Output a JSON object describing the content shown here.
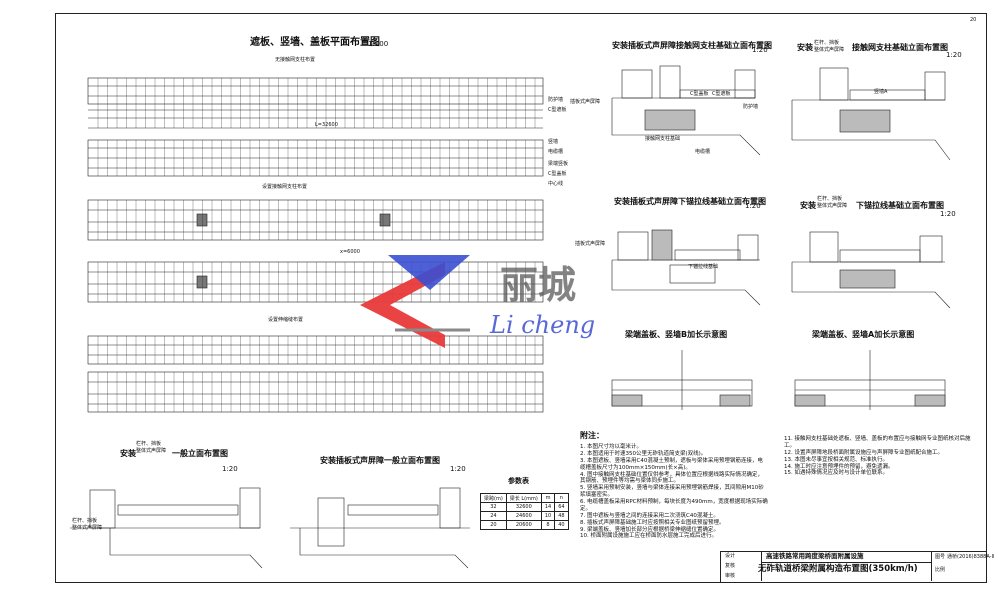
{
  "page_number": "20",
  "main_title": "遮板、竖墙、盖板平面布置图",
  "main_scale": "1:100",
  "plan_labels": {
    "no_support": "无接触网支柱布置",
    "with_support": "设置接触网支柱布置",
    "expansion": "设置伸缩缝布置",
    "dim_total": "L=32600",
    "dim_sub": "x=6000"
  },
  "side_labels": [
    "防护墙",
    "C型遮板",
    "竖墙",
    "电缆槽",
    "梁端竖板",
    "C型盖板",
    "中心线"
  ],
  "views": {
    "top_left_title": "安装插板式声屏障接触网支柱基础立面布置图",
    "top_right_title_pre": "安装",
    "top_right_title_pre2": "栏杆、挡板\n整体式声屏障",
    "top_right_title": "接触网支柱基础立面布置图",
    "mid_left_title": "安装插板式声屏障下锚拉线基础立面布置图",
    "mid_right_title_pre": "安装",
    "mid_right_title_pre2": "栏杆、挡板\n整体式声屏障",
    "mid_right_title": "下锚拉线基础立面布置图",
    "lower_left_title": "梁端盖板、竖墙B加长示意图",
    "lower_right_title": "梁端盖板、竖墙A加长示意图",
    "bottom_left_title_pre": "安装",
    "bottom_left_title_pre2": "栏杆、挡板\n整体式声屏障",
    "bottom_left_title": "一般立面布置图",
    "bottom_mid_title": "安装插板式声屏障一般立面布置图",
    "scale": "1:20"
  },
  "view_labels": {
    "support_base": "接触网支柱基础",
    "cable_trough": "电缆槽",
    "c_cover": "C型盖板",
    "c_board": "C型遮板",
    "protect_wall": "防护墙",
    "vertical_wall": "竖墙A",
    "anchor_base": "下锚拉线基础",
    "sound_barrier": "插板式声屏障",
    "railing": "栏杆、挡板\n整体式声屏障"
  },
  "params_table": {
    "title": "参数表",
    "headers": [
      "梁跨(m)",
      "梁长 L(mm)",
      "m",
      "n"
    ],
    "rows": [
      [
        "32",
        "32600",
        "14",
        "64"
      ],
      [
        "24",
        "24600",
        "10",
        "48"
      ],
      [
        "20",
        "20600",
        "8",
        "40"
      ]
    ]
  },
  "notes_title": "附注：",
  "notes_left": [
    "1. 本图尺寸均以毫米计。",
    "2. 本图适用于时速350公里无砟轨道简支梁(双线)。",
    "3. 本图遮板、竖墙采用C40混凝土预制，遮板与梁体采用预埋钢筋连接，电缆槽盖板尺寸为100mm×150mm(长×高)。",
    "4. 图中接触网支柱基础位置仅供参考，具体位置应根据线路实际情况确定，其钢筋、预埋件等均需与梁体同步施工。",
    "5. 竖墙采用预制安装，竖墙与梁体连接采用预埋钢筋焊接，其间隙用M10砂浆填塞密实。",
    "6. 电缆槽盖板采用RPC材料预制，每块长度为490mm，宽度根据现场实际确定。",
    "7. 图中遮板与竖墙之间的连接采用二次浇筑C40混凝土。",
    "8. 插板式声屏障基础施工时应按照相关专业图纸预留预埋。",
    "9. 梁端盖板、竖墙加长部分应根据桥梁伸缩缝位置确定。",
    "10. 桥面附属设施施工应在桥面防水层施工完成后进行。"
  ],
  "notes_right": [
    "11. 接触网支柱基础处遮板、竖墙、盖板的布置应与接触网专业图纸核对后施工。",
    "12. 设置声屏障地段桥面附属设施应与声屏障专业图纸配合施工。",
    "13. 本图未尽事宜按相关规范、标准执行。",
    "14. 施工时应注意预埋件的预留，避免遗漏。",
    "15. 如遇特殊情况应及时与设计单位联系。"
  ],
  "title_block": {
    "project": "高速铁路常用跨度梁桥面附属设施",
    "drawing_title": "无砟轨道桥梁附属构造布置图(350km/h)",
    "design": "设计",
    "check": "复核",
    "review": "审核",
    "drawing_no_label": "图号",
    "drawing_no": "通桥(2016)8388A-Ⅱ",
    "sheet_label": "比例"
  },
  "watermark": {
    "cn": "丽城",
    "en": "Li cheng",
    "colors": {
      "red": "#e8393a",
      "blue": "#3b4fd0",
      "gray": "#8a8a8a"
    }
  }
}
